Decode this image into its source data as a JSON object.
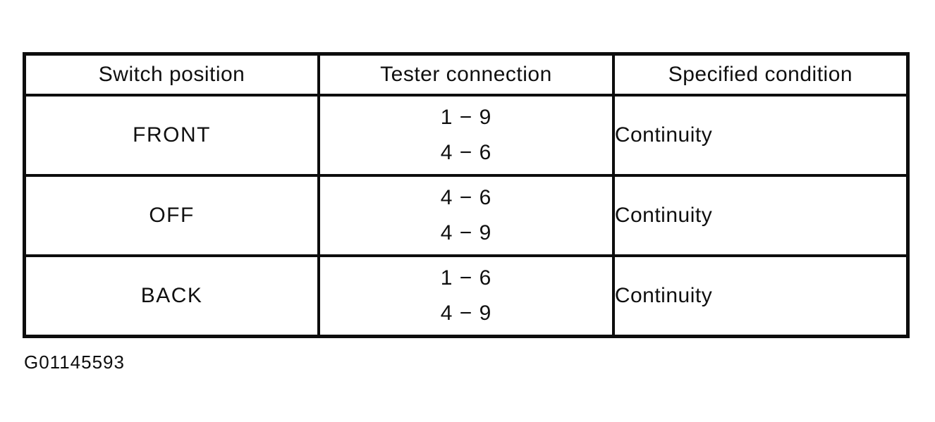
{
  "table": {
    "headers": {
      "switch_position": "Switch position",
      "tester_connection": "Tester connection",
      "specified_condition": "Specified condition"
    },
    "rows": [
      {
        "switch_position": "FRONT",
        "tester_connections": [
          "1 − 9",
          "4 − 6"
        ],
        "specified_condition": "Continuity"
      },
      {
        "switch_position": "OFF",
        "tester_connections": [
          "4 − 6",
          "4 − 9"
        ],
        "specified_condition": "Continuity"
      },
      {
        "switch_position": "BACK",
        "tester_connections": [
          "1 − 6",
          "4 − 9"
        ],
        "specified_condition": "Continuity"
      }
    ]
  },
  "figure_id": "G01145593",
  "colors": {
    "ink": "#0d0d0d",
    "background": "#ffffff"
  }
}
